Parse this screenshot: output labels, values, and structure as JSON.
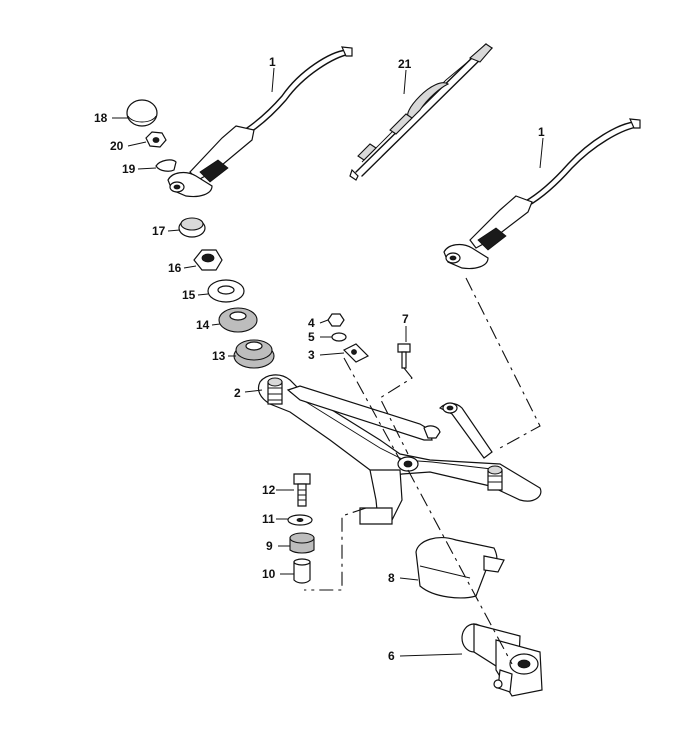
{
  "diagram": {
    "colors": {
      "ink": "#111111",
      "background": "#ffffff"
    },
    "callouts": [
      {
        "id": "c1a",
        "label": "1"
      },
      {
        "id": "c1b",
        "label": "1"
      },
      {
        "id": "c2",
        "label": "2"
      },
      {
        "id": "c3",
        "label": "3"
      },
      {
        "id": "c4",
        "label": "4"
      },
      {
        "id": "c5",
        "label": "5"
      },
      {
        "id": "c6",
        "label": "6"
      },
      {
        "id": "c7",
        "label": "7"
      },
      {
        "id": "c8",
        "label": "8"
      },
      {
        "id": "c9",
        "label": "9"
      },
      {
        "id": "c10",
        "label": "10"
      },
      {
        "id": "c11",
        "label": "11"
      },
      {
        "id": "c12",
        "label": "12"
      },
      {
        "id": "c13",
        "label": "13"
      },
      {
        "id": "c14",
        "label": "14"
      },
      {
        "id": "c15",
        "label": "15"
      },
      {
        "id": "c16",
        "label": "16"
      },
      {
        "id": "c17",
        "label": "17"
      },
      {
        "id": "c18",
        "label": "18"
      },
      {
        "id": "c19",
        "label": "19"
      },
      {
        "id": "c20",
        "label": "20"
      },
      {
        "id": "c21",
        "label": "21"
      }
    ]
  }
}
